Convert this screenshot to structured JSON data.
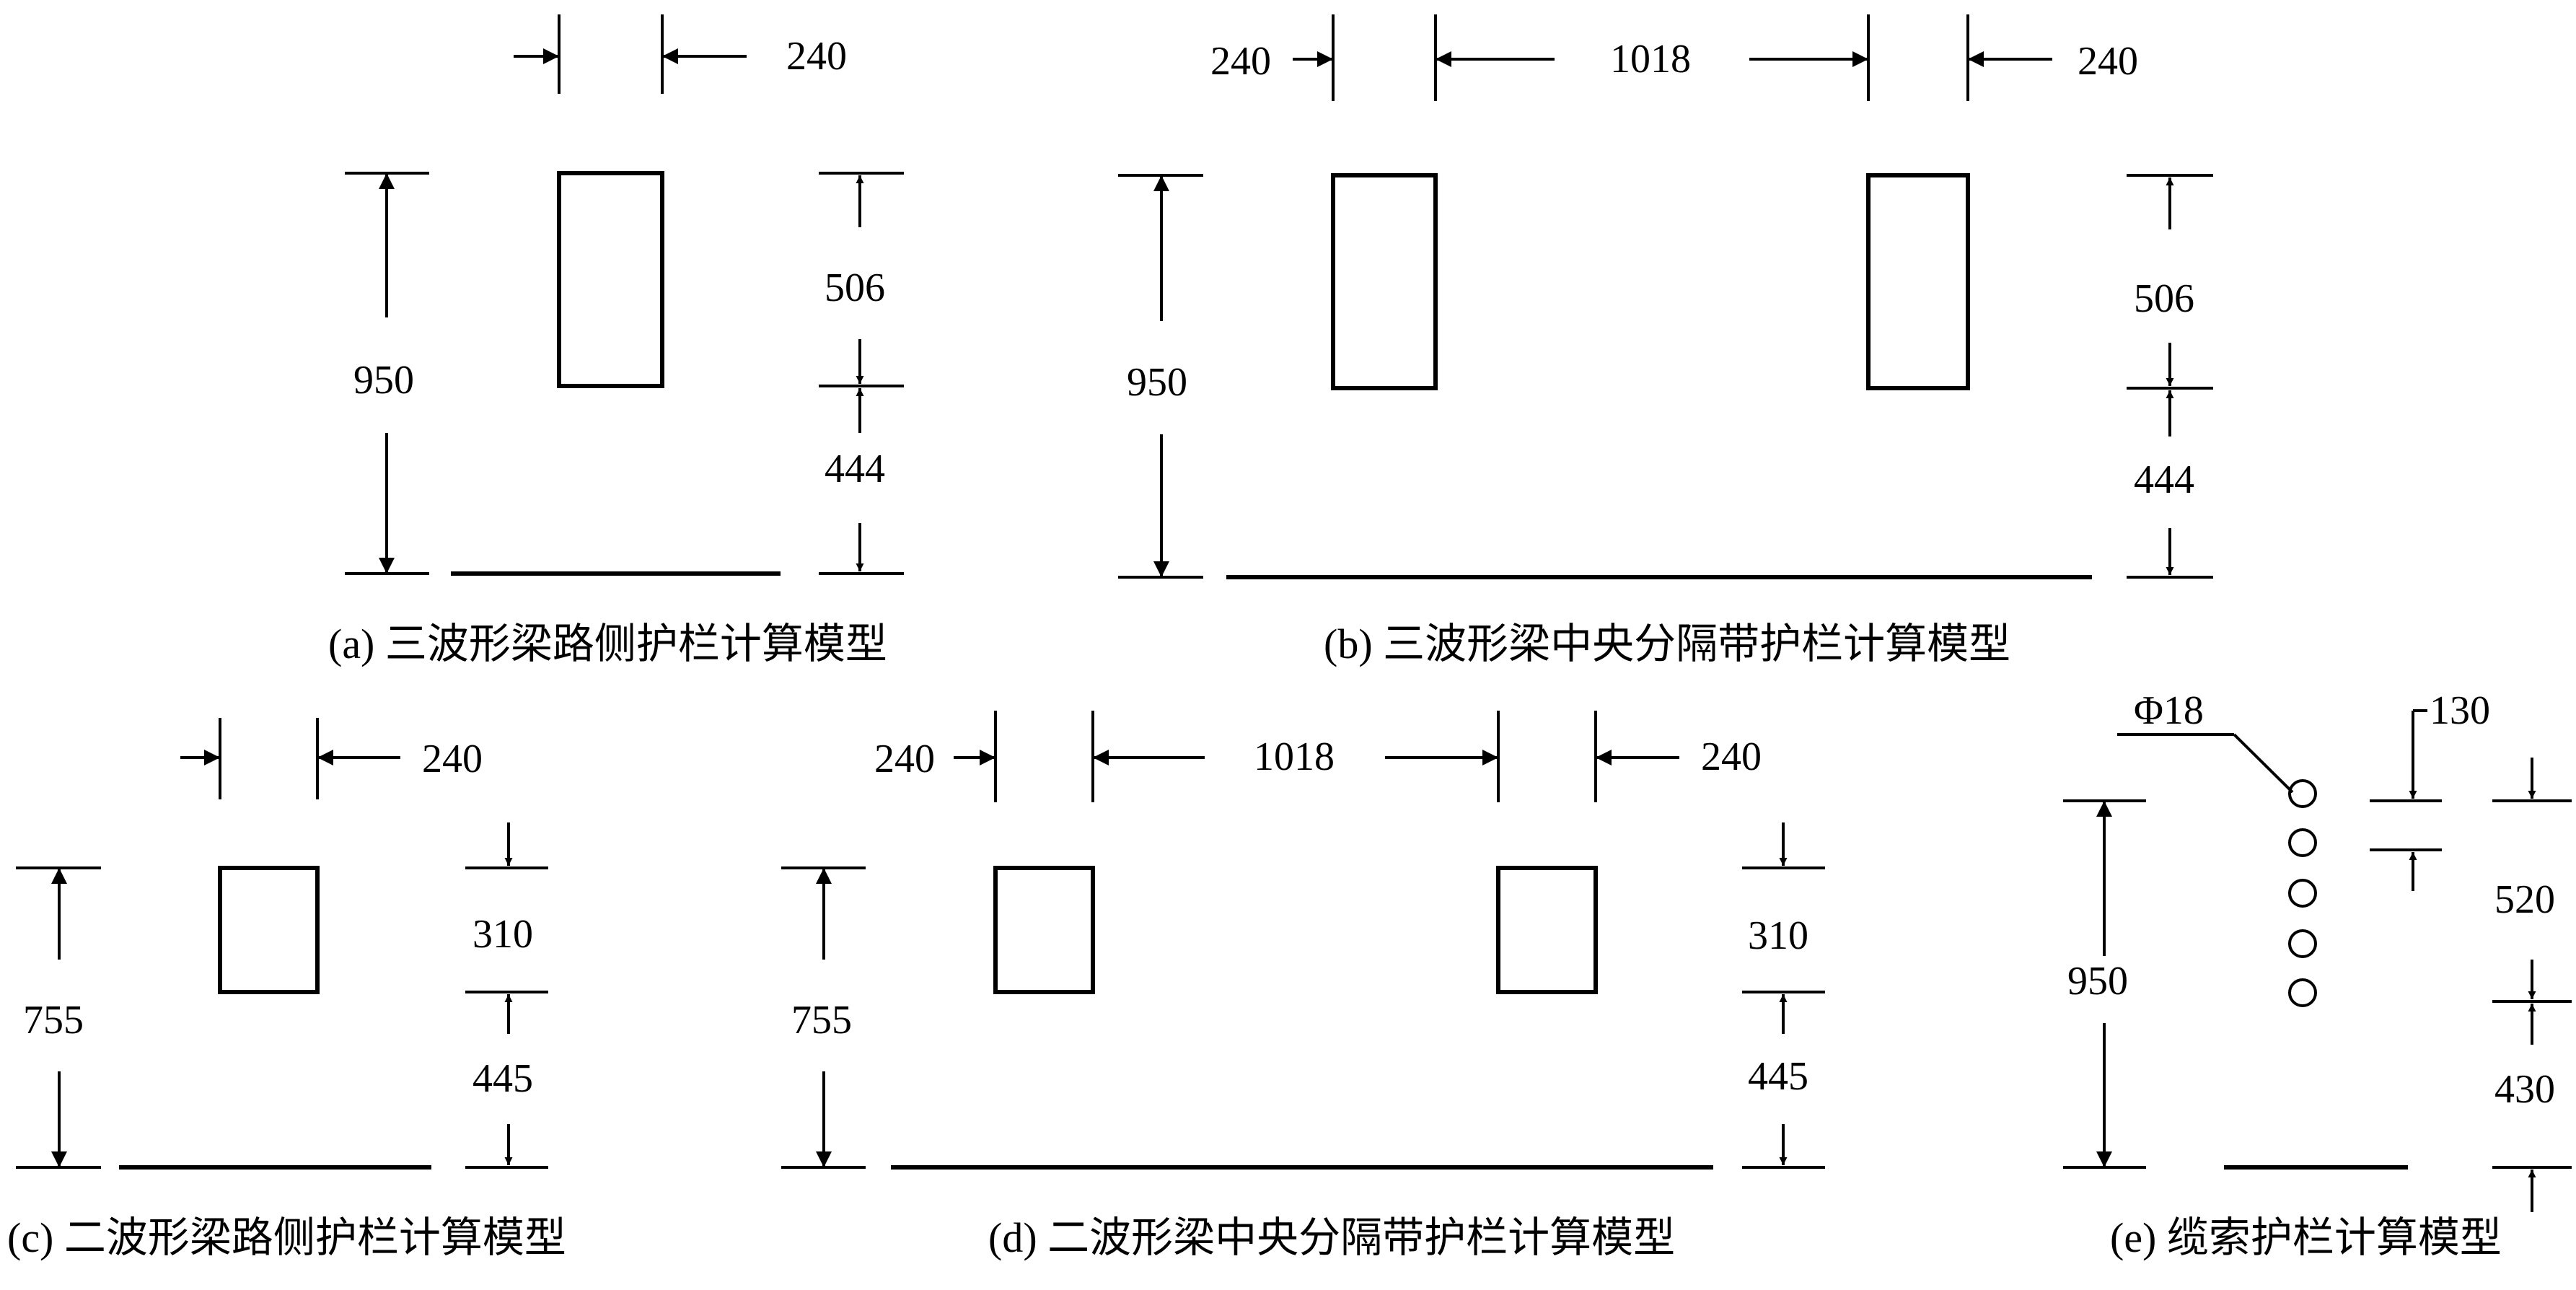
{
  "panel_a": {
    "caption": "(a) 三波形梁路侧护栏计算模型",
    "width_label": "240",
    "height_label": "950",
    "top_label": "506",
    "bottom_label": "444"
  },
  "panel_b": {
    "caption": "(b) 三波形梁中央分隔带护栏计算模型",
    "left_width_label": "240",
    "gap_label": "1018",
    "right_width_label": "240",
    "height_label": "950",
    "top_label": "506",
    "bottom_label": "444"
  },
  "panel_c": {
    "caption": "(c) 二波形梁路侧护栏计算模型",
    "width_label": "240",
    "height_label": "755",
    "top_label": "310",
    "bottom_label": "445"
  },
  "panel_d": {
    "caption": "(d) 二波形梁中央分隔带护栏计算模型",
    "left_width_label": "240",
    "gap_label": "1018",
    "right_width_label": "240",
    "height_label": "755",
    "top_label": "310",
    "bottom_label": "445"
  },
  "panel_e": {
    "caption": "(e) 缆索护栏计算模型",
    "diameter_label": "Φ18",
    "spacing_label": "130",
    "height_label": "950",
    "top_label": "520",
    "bottom_label": "430"
  }
}
